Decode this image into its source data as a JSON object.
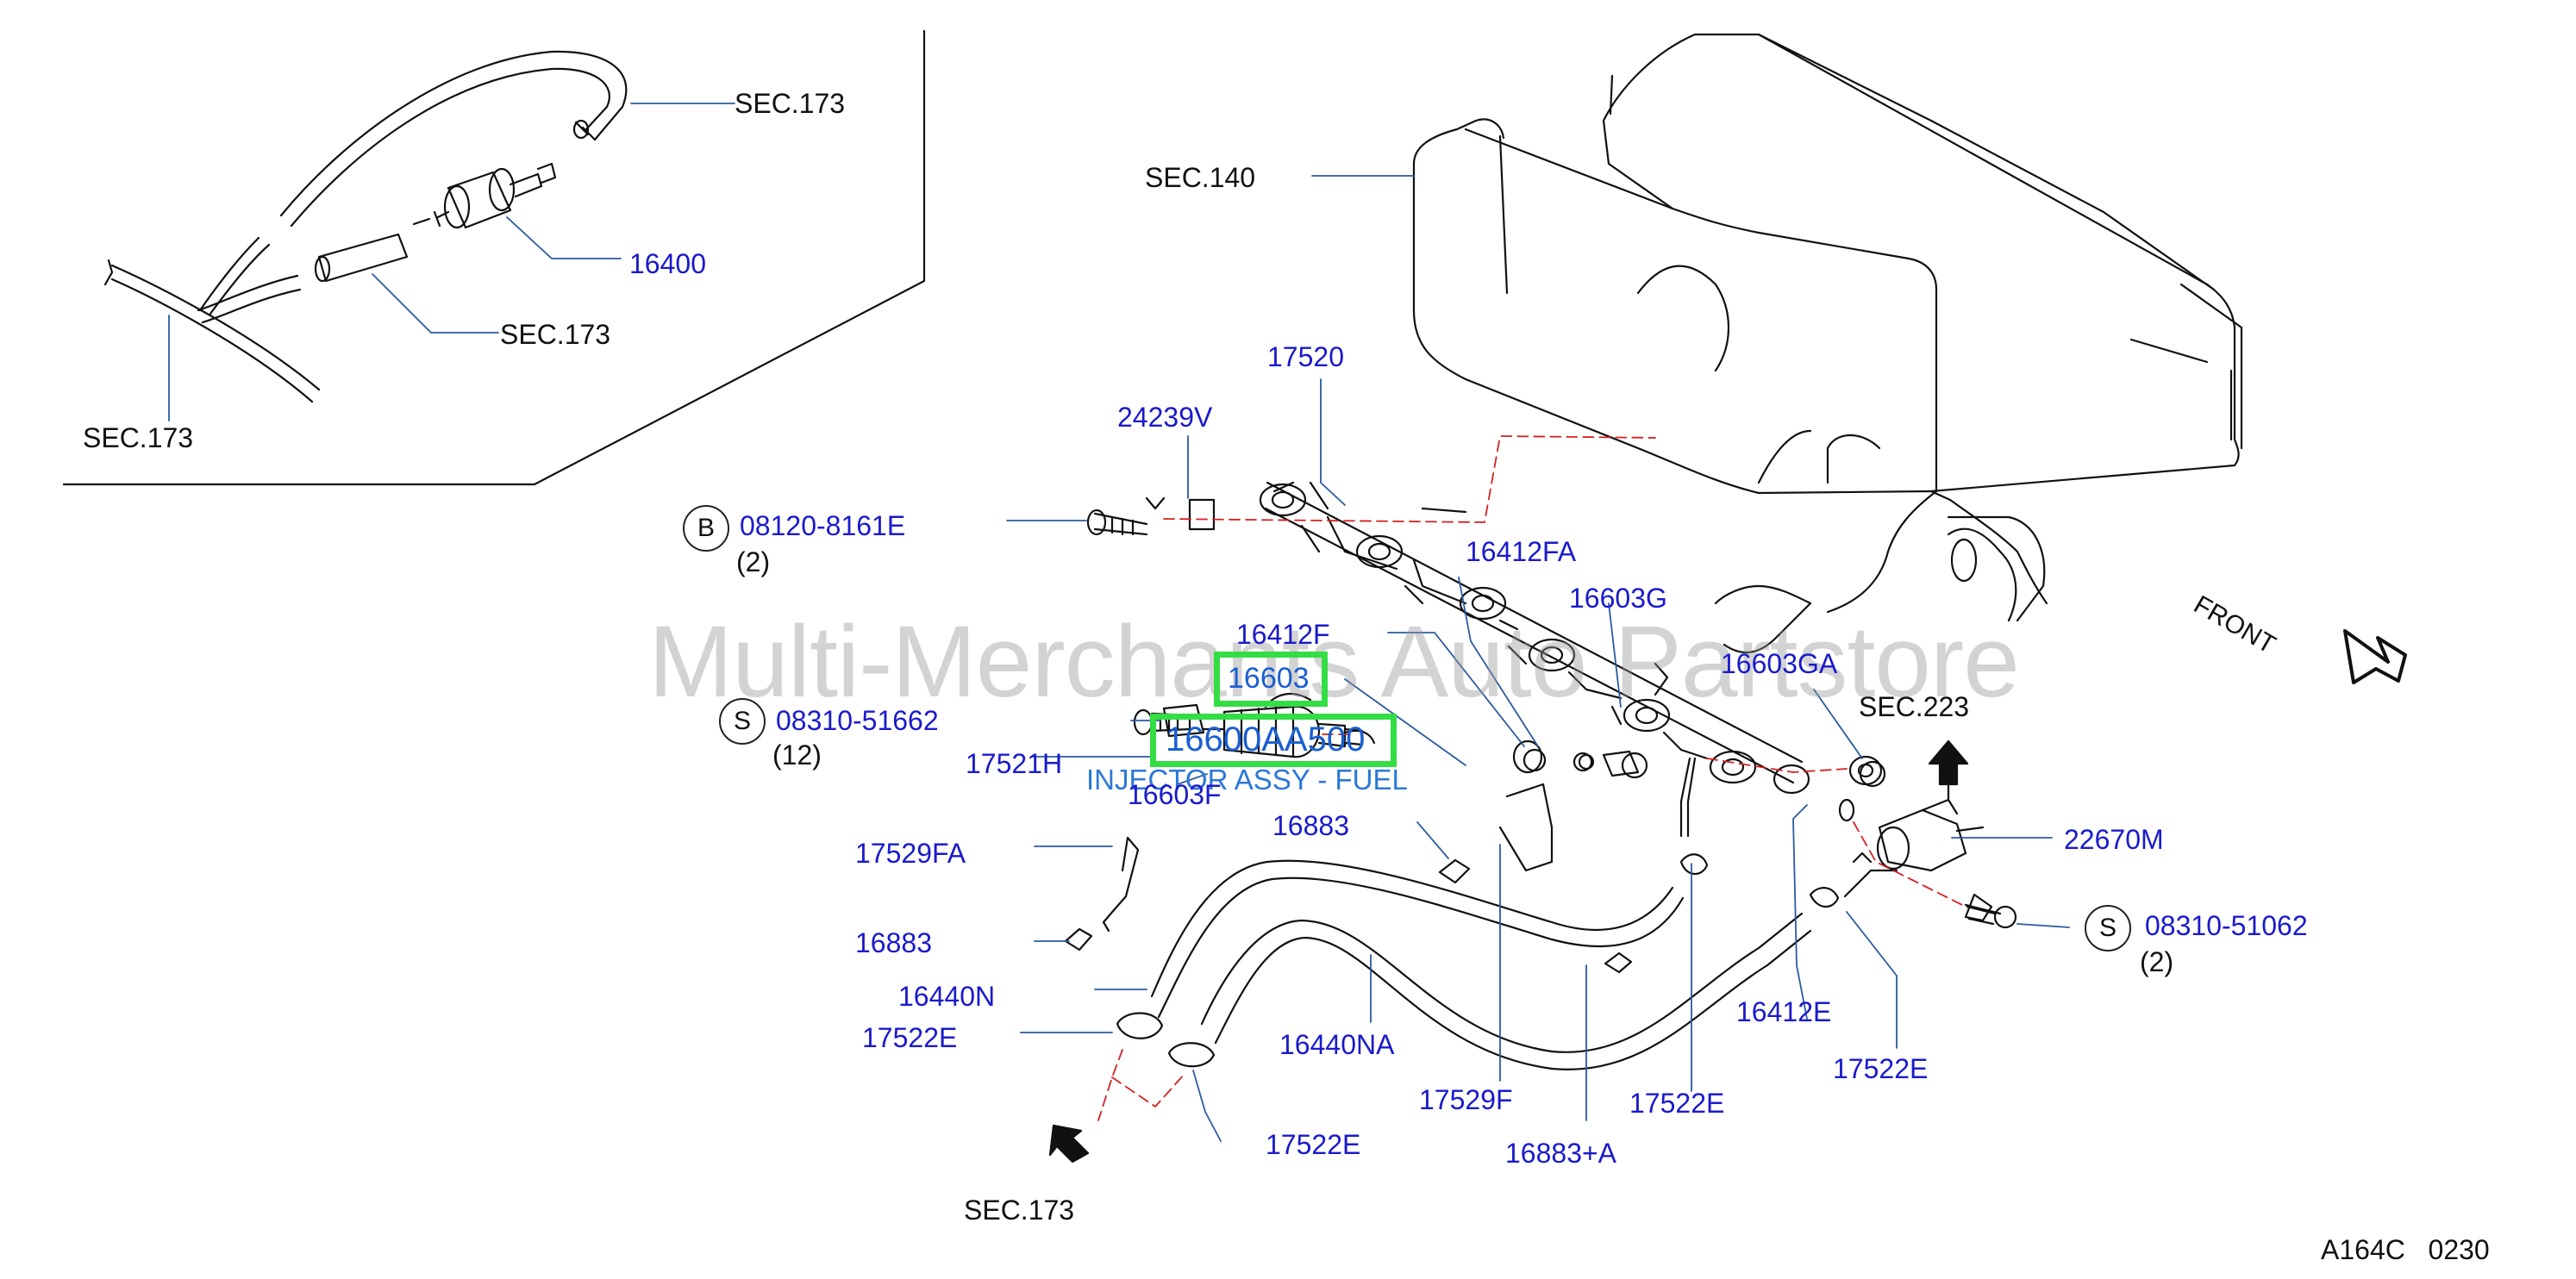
{
  "diagram_ref": "A164C   0230",
  "watermark": "Multi-Merchants Auto Partstore",
  "highlight": {
    "part_number_small": "16603",
    "part_number_main": "16600AA500",
    "caption": "INJECTOR ASSY - FUEL",
    "color": "#33dd44"
  },
  "front_label": "FRONT",
  "callouts": {
    "B": "B",
    "S": "S"
  },
  "labels": {
    "sec173_a": "SEC.173",
    "p16400": "16400",
    "sec173_b": "SEC.173",
    "sec173_c": "SEC.173",
    "sec140": "SEC.140",
    "p17520": "17520",
    "p24239V": "24239V",
    "p08120": "08120-8161E",
    "qty2_a": "(2)",
    "p16412FA": "16412FA",
    "p16603G": "16603G",
    "p16412F": "16412F",
    "p16603GA": "16603GA",
    "sec223": "SEC.223",
    "p08310_a": "08310-51662",
    "qty12": "(12)",
    "p17521H": "17521H",
    "p16603F": "16603F",
    "p16883_a": "16883",
    "p22670M": "22670M",
    "p17529FA": "17529FA",
    "p08310_b": "08310-51062",
    "qty2_b": "(2)",
    "p16883_b": "16883",
    "p16440N": "16440N",
    "p17522E_a": "17522E",
    "p16440NA": "16440NA",
    "p16412E": "16412E",
    "p17522E_b": "17522E",
    "p17529F": "17529F",
    "p17522E_c": "17522E",
    "p17522E_d": "17522E",
    "p16883A": "16883+A",
    "sec173_d": "SEC.173"
  },
  "colors": {
    "part_number": "#1a1acc",
    "leader": "#2a5aa0",
    "phantom_line": "#d42020",
    "outline": "#111111"
  }
}
